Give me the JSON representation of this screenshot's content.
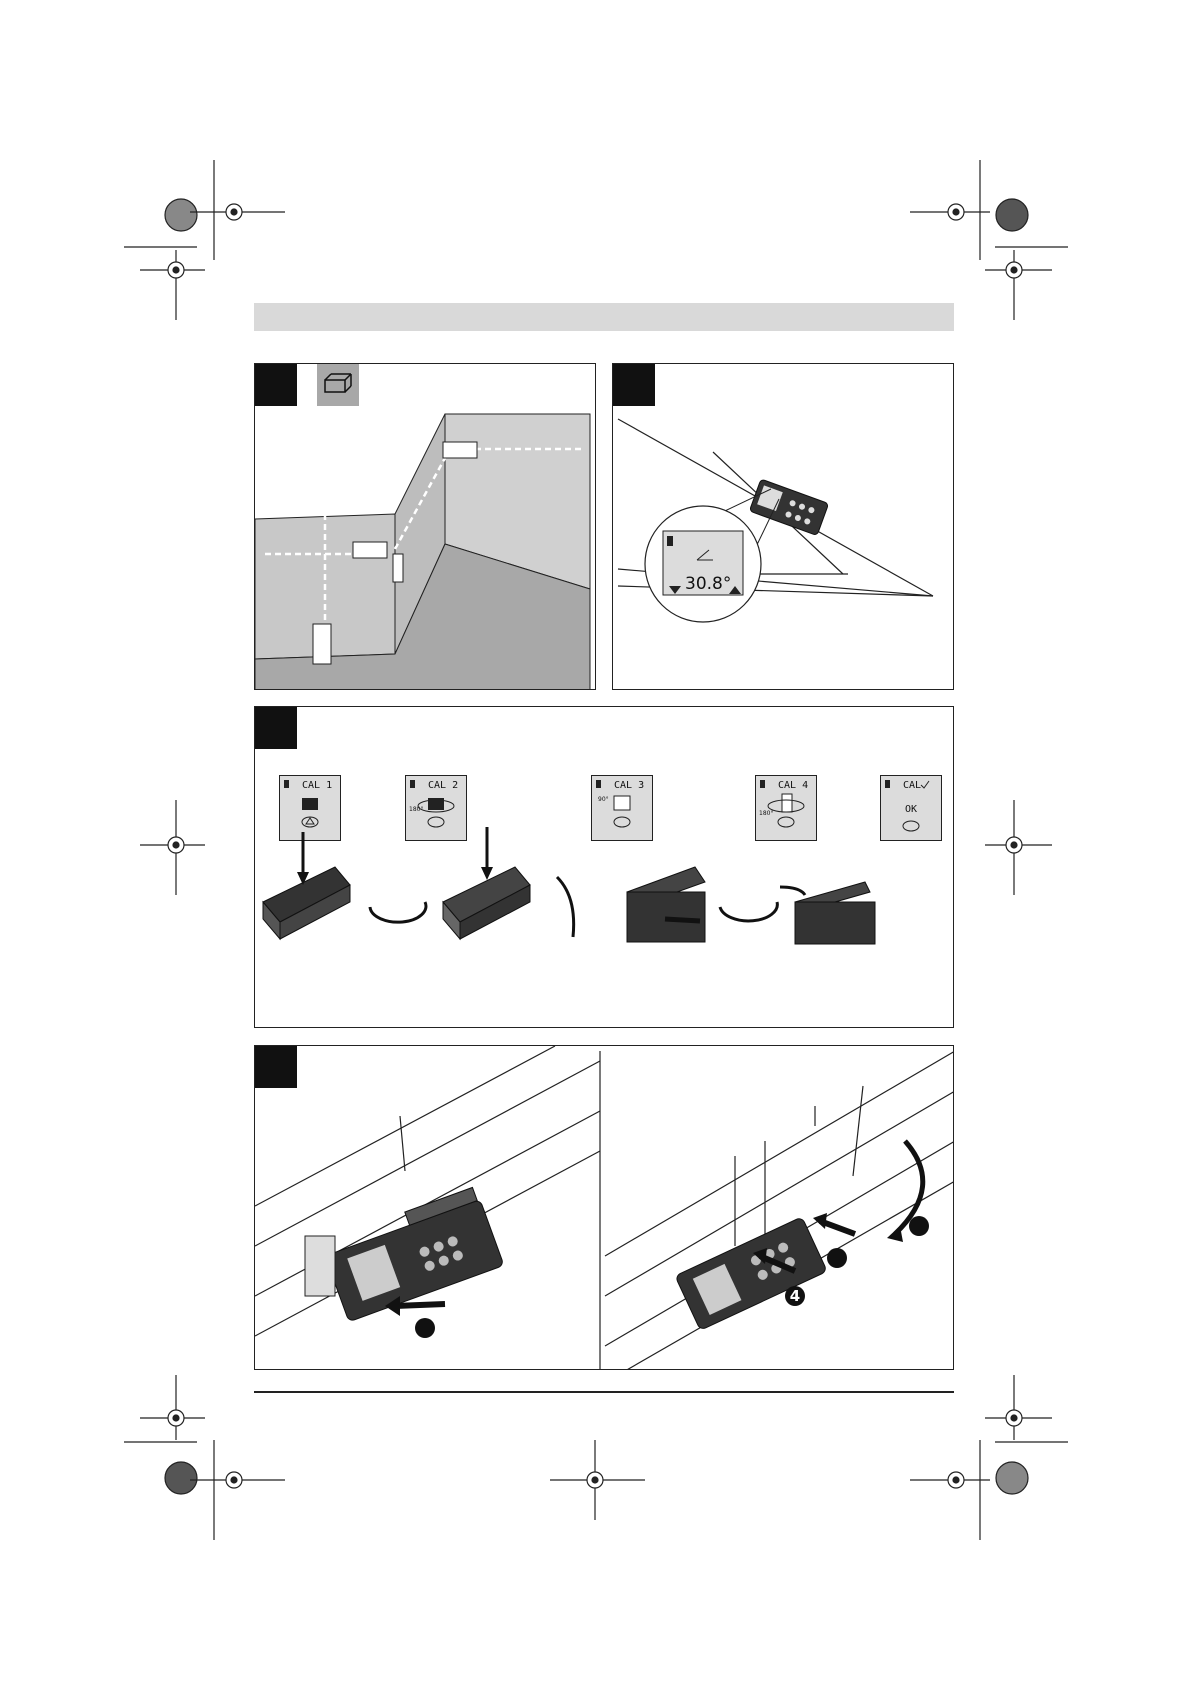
{
  "panel3": {
    "lcds": [
      {
        "title": "CAL 1",
        "note": ""
      },
      {
        "title": "CAL 2",
        "note": "180°"
      },
      {
        "title": "CAL 3",
        "note": "90°"
      },
      {
        "title": "CAL 4",
        "note": "180°"
      },
      {
        "title": "CAL",
        "ok": "OK"
      }
    ]
  },
  "panel2": {
    "angle_readout": "30.8°"
  },
  "panel4": {
    "callout_4": "4"
  },
  "colors": {
    "panel_gray": "#c8c8c8",
    "tab_black": "#111111",
    "header_gray": "#d9d9d9",
    "lcd_gray": "#dcdcdc"
  },
  "icons": [
    "registration-mark",
    "wall-room-icon",
    "rotate-arrow-icon",
    "press-arrow-icon"
  ]
}
